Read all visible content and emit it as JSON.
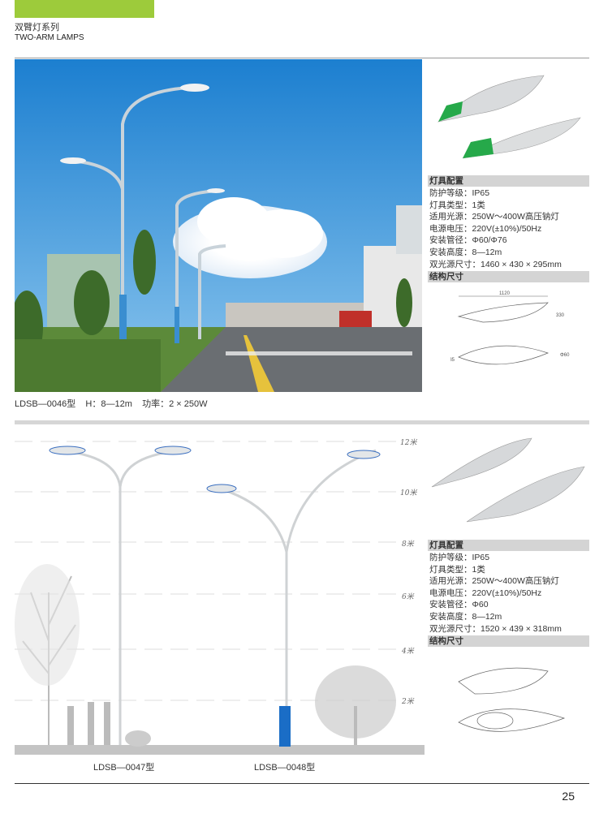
{
  "header": {
    "title_cn": "双臂灯系列",
    "title_en": "TWO-ARM LAMPS",
    "accent": "#9dcb3b"
  },
  "section1": {
    "caption": "LDSB—0046型    H：8—12m    功率：2 × 250W",
    "spec_title": "灯具配置",
    "specs": [
      "防护等级：IP65",
      "灯具类型：1类",
      "适用光源：250W～400W高压钠灯",
      "电源电压：220V(±10%)/50Hz",
      "安装管径：Φ60/Φ76",
      "安装高度：8—12m",
      "双光源尺寸：1460 × 430 × 295mm"
    ],
    "struct_title": "结构尺寸",
    "dims": [
      "1120",
      "330",
      "385",
      "Φ60"
    ]
  },
  "section2": {
    "height_marks": [
      "12米",
      "10米",
      "8米",
      "6米",
      "4米",
      "2米"
    ],
    "captions": [
      "LDSB—0047型",
      "LDSB—0048型"
    ],
    "spec_title": "灯具配置",
    "specs": [
      "防护等级：IP65",
      "灯具类型：1类",
      "适用光源：250W～400W高压钠灯",
      "电源电压：220V(±10%)/50Hz",
      "安装管径：Φ60",
      "安装高度：8—12m",
      "双光源尺寸：1520 × 439 × 318mm"
    ],
    "struct_title": "结构尺寸"
  },
  "page_number": "25"
}
